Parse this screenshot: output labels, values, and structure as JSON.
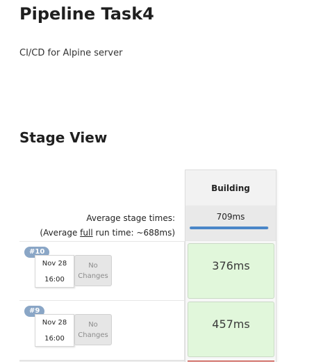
{
  "page": {
    "title": "Pipeline Task4",
    "description": "CI/CD for Alpine server"
  },
  "stage_view": {
    "title": "Stage View",
    "stages": [
      {
        "name": "Building"
      }
    ],
    "average": {
      "label": "Average stage times:",
      "full_prefix": "(Average ",
      "full_link": "full",
      "full_suffix": " run time: ~688ms)",
      "stage_times": [
        "709ms"
      ],
      "stage_bar_fraction": 0.99
    },
    "builds": [
      {
        "number": "#10",
        "date": "Nov 28",
        "time": "16:00",
        "changes": "No Changes",
        "stage_times": [
          "376ms"
        ],
        "status": "success"
      },
      {
        "number": "#9",
        "date": "Nov 28",
        "time": "16:00",
        "changes": "No Changes",
        "stage_times": [
          "457ms"
        ],
        "status": "success"
      }
    ]
  }
}
